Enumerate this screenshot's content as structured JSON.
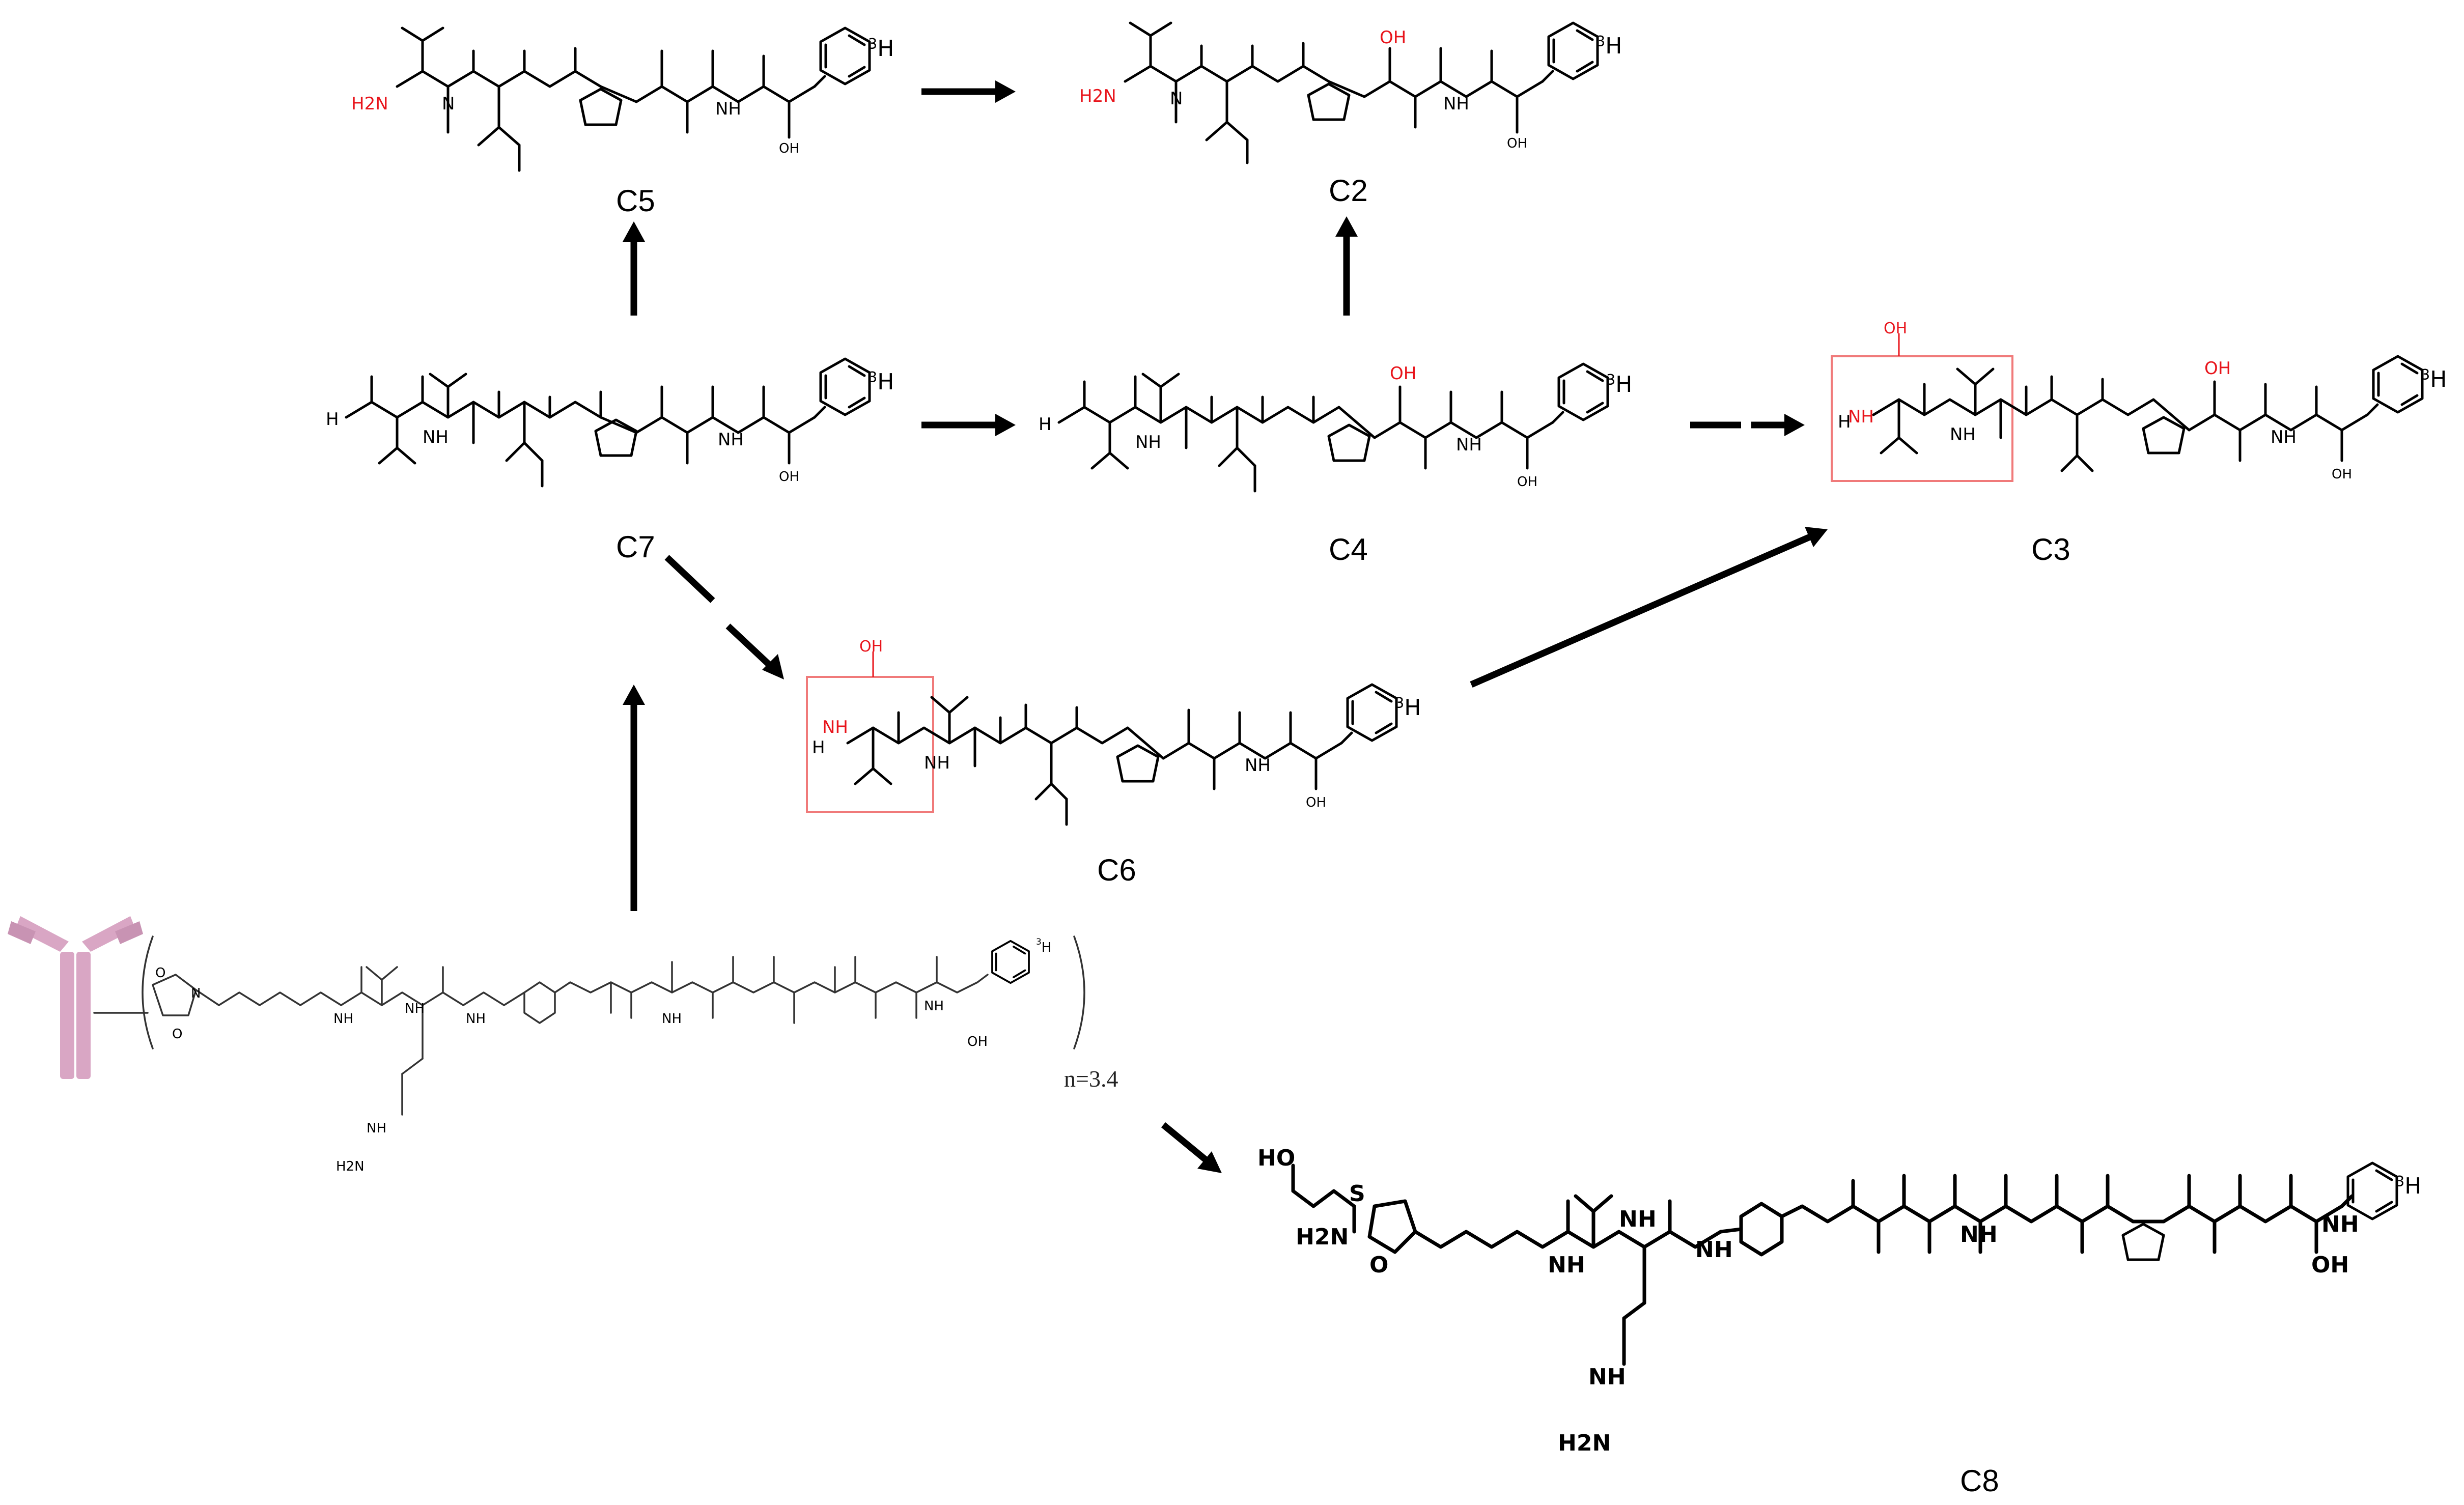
{
  "compounds": {
    "c5": {
      "label": "C5"
    },
    "c2": {
      "label": "C2"
    },
    "c7": {
      "label": "C7"
    },
    "c4": {
      "label": "C4"
    },
    "c3": {
      "label": "C3"
    },
    "c6": {
      "label": "C6"
    },
    "c8": {
      "label": "C8"
    }
  },
  "atoms": {
    "h2n": "H2N",
    "nh": "NH",
    "n": "N",
    "h": "H",
    "o": "O",
    "oh": "OH",
    "ho": "HO",
    "h2n_urea": "H2N",
    "s": "S",
    "tritium": "3H",
    "iso_mass": "3",
    "iso_symbol": "H"
  },
  "adc": {
    "drug_antibody_ratio": "n=3.4"
  },
  "colors": {
    "highlight_red": "#e8141b",
    "box_red": "#f07a7a",
    "antibody_pink": "#d9a6c4",
    "arrow_black": "#000000"
  }
}
